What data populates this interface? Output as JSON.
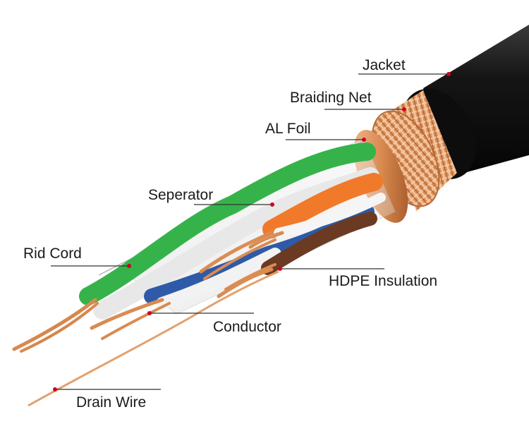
{
  "diagram": {
    "labels": {
      "jacket": "Jacket",
      "braiding_net": "Braiding Net",
      "al_foil": "AL Foil",
      "seperator": "Seperator",
      "rid_cord": "Rid Cord",
      "hdpe_insulation": "HDPE Insulation",
      "conductor": "Conductor",
      "drain_wire": "Drain Wire"
    },
    "colors": {
      "jacket": "#151515",
      "copper": "#d98a4f",
      "copper_dark": "#a85a2a",
      "green": "#35b34a",
      "orange": "#f07a2a",
      "blue": "#2f5aa8",
      "white_wire": "#e8e8e8",
      "brown": "#6b3a22",
      "pointer_dot": "#d0021b"
    }
  }
}
